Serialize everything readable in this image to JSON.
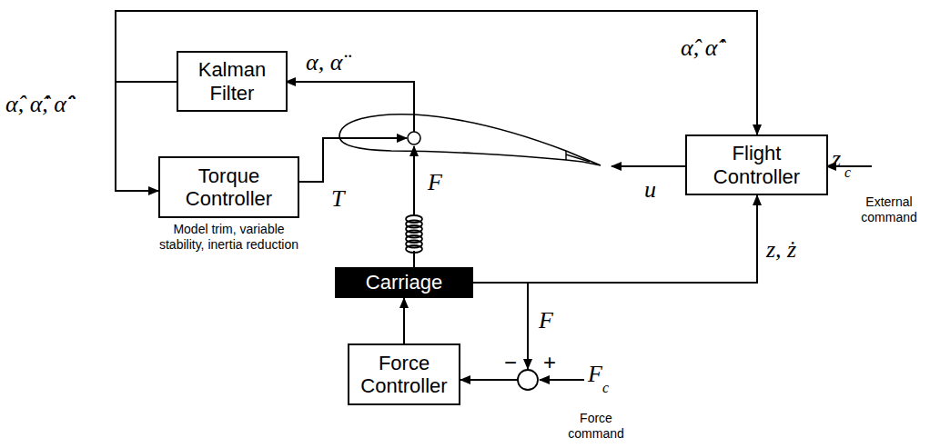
{
  "diagram": {
    "nodes": [
      {
        "text": [
          "Kalman Filter"
        ]
      },
      {
        "text": [
          "Torque Controller",
          "Model trim, variable stability, inertia reduction"
        ]
      },
      {
        "text": [
          "Flight Controller"
        ]
      },
      {
        "text": [
          "Carriage"
        ]
      },
      {
        "text": [
          "Force Controller"
        ]
      }
    ],
    "edges": [
      {
        "from": 0,
        "to": 1,
        "arrow": "to",
        "label": "α̂, α̂̇, α̂̈"
      },
      {
        "from": 0,
        "to": 2,
        "arrow": "to",
        "label": "α̂, α̂̇"
      },
      {
        "from": 3,
        "to": 2,
        "arrow": "to",
        "label": "z, ż"
      },
      {
        "from": 4,
        "to": 3,
        "arrow": "to"
      },
      {
        "from": 3,
        "to": 4,
        "arrow": "to",
        "label": "F"
      }
    ],
    "labels": [
      "α, α̈",
      "T",
      "F",
      "u",
      "z",
      "c",
      "External command",
      "−",
      "+",
      "F",
      "c",
      "Force command"
    ]
  }
}
